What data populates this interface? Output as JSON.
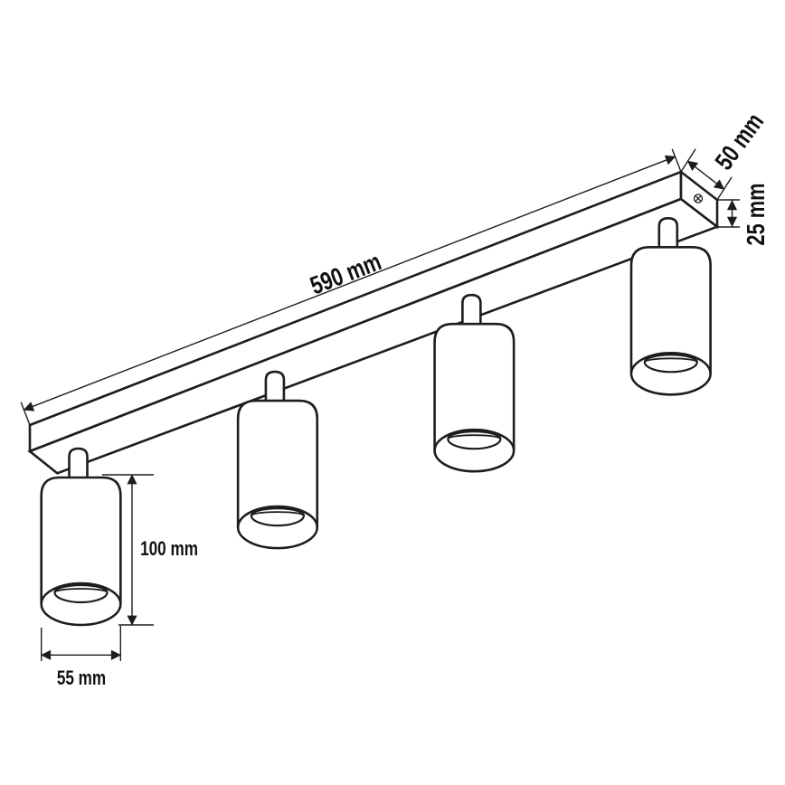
{
  "diagram": {
    "type": "technical-dimension-drawing",
    "subject": "ceiling mounted spotlight bar with 4 cylindrical spots",
    "spotlight_count": 4,
    "dimensions": {
      "bar_length": {
        "label": "590 mm",
        "value": 590,
        "unit": "mm"
      },
      "bar_depth": {
        "label": "50 mm",
        "value": 50,
        "unit": "mm"
      },
      "bar_height": {
        "label": "25 mm",
        "value": 25,
        "unit": "mm"
      },
      "spot_height": {
        "label": "100 mm",
        "value": 100,
        "unit": "mm"
      },
      "spot_diameter": {
        "label": "55 mm",
        "value": 55,
        "unit": "mm"
      }
    },
    "colors": {
      "line": "#1d1d1b",
      "text": "#111111",
      "background": "#ffffff"
    }
  }
}
